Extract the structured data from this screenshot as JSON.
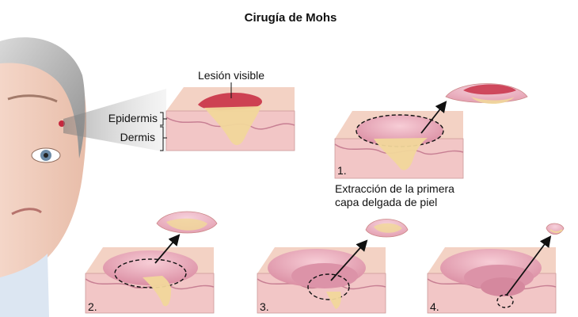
{
  "title": "Cirugía de Mohs",
  "labels": {
    "lesion": "Lesión visible",
    "epidermis": "Epidermis",
    "dermis": "Dermis"
  },
  "steps": [
    {
      "number": "1.",
      "caption_line1": "Extracción de la primera",
      "caption_line2": "capa delgada de piel"
    },
    {
      "number": "2."
    },
    {
      "number": "3."
    },
    {
      "number": "4."
    }
  ],
  "colors": {
    "skin_top": "#f3d2c4",
    "dermis": "#f2c6c6",
    "epidermis_pink": "#e6a3b3",
    "tumor": "#f1d79b",
    "lesion_red": "#c6283e",
    "cavity": "#e7a1b3"
  }
}
